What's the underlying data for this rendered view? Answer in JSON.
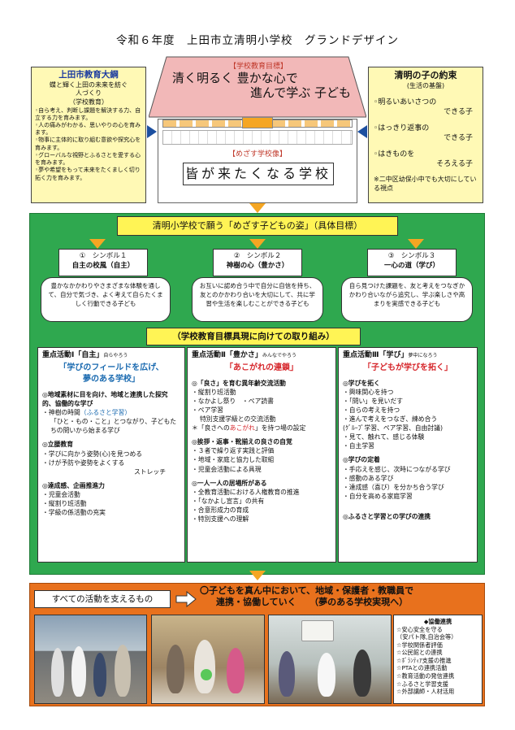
{
  "page_title": "令和６年度　上田市立清明小学校　グランドデザイン",
  "left_box": {
    "title": "上田市教育大綱",
    "subtitle_1": "蝶と輝く上田の未来を紡ぐ",
    "subtitle_2": "人づくり",
    "subtitle_3": "（学校教育）",
    "items": [
      "◦自ら考え、判断し課題を解決する力、自立する力を育みます。",
      "◦人の痛みがわかる、思いやりの心を育みます。",
      "◦物事に主体的に取り組む意欲や探究心を育みます。",
      "◦グローバルな視野とふるさとを愛する心を育みます。",
      "◦夢や希望をもって未来をたくましく切り拓く力を育みます。"
    ]
  },
  "roof": {
    "label": "【学校教育目標】",
    "line1": "清く明るく 豊かな心で",
    "line2": "進んで学ぶ 子ども"
  },
  "building": {
    "label": "【めざす学校像】",
    "motto": "皆が来たくなる学校"
  },
  "right_box": {
    "title": "清明の子の約束",
    "subtitle": "(生活の基盤)",
    "p1a": "◦明るいあいさつの",
    "p1b": "できる子",
    "p2a": "◦はっきり返事の",
    "p2b": "できる子",
    "p3a": "◦はきものを",
    "p3b": "そろえる子",
    "note": "※二中区幼保小中でも大切にしている視点"
  },
  "goal_header": "清明小学校で願う「めざす子どもの姿」（具体目標）",
  "symbols": [
    {
      "num": "①　シンボル１",
      "name": "自主の校風（自主）",
      "desc": "豊かなかかわりやさまざまな体験を通して、自分で気づき、よく考えて自らたくましく行動できる子ども"
    },
    {
      "num": "②　シンボル２",
      "name": "神樹の心（豊かさ）",
      "desc": "お互いに認め合う中で自分に自信を持ち、友とのかかわり合いを大切にして、共に学習や生活を楽しむことができる子ども"
    },
    {
      "num": "③　シンボル３",
      "name": "一心の道（学び）",
      "desc": "自ら見つけた課題を、友と考えをつなぎかかわり合いながら追究し、学ぶ楽しさや高まりを実感できる子ども"
    }
  ],
  "effort_header": "（学校教育目標具現に向けての取り組み）",
  "col1": {
    "head": "重点活動Ⅰ「自主」",
    "ruby": "自らやろう",
    "slogan1": "「学びのフィールドを広げ、",
    "slogan2": "夢のある学校」",
    "s1": "◎地域素材に目を向け、地域と連携した探究的、協働的な学び",
    "s1a_pre": "・神樹の時間",
    "s1a_blue": "（ふるさと学習）",
    "s1b": "「ひと・もの・こと」とつながり、子どもたちの問いから始まる学び",
    "s2": "◎立腰教育",
    "s2a": "・学びに向かう姿勢(心)を見つめる",
    "s2b": "・けが予防や姿勢をよくする",
    "s2c": "ストレッチ",
    "s3": "◎達成感、企画推進力",
    "s3a": "・児童会活動",
    "s3b": "・縦割り班活動",
    "s3c": "・学級の係活動の充実"
  },
  "col2": {
    "head": "重点活動Ⅱ「豊かさ」",
    "ruby": "みんなでやろう",
    "slogan": "「あこがれの連鎖」",
    "s1": "◎「良さ」を育む異年齢交流活動",
    "s1a": "・縦割り班活動",
    "s1b": "・なかよし祭り　・ペア読書",
    "s1c": "・ペア学習",
    "s1d": "特別支援学級との交流活動",
    "s1e_pre": "＊「良さへの",
    "s1e_red": "あこがれ",
    "s1e_post": "」を持つ場の設定",
    "s2": "◎挨拶・返事・靴揃えの良さの自覚",
    "s2a": "・３者で繰り返す実践と評価",
    "s2b": "・地域・家庭と協力した取組",
    "s2c": "・児童会活動による具現",
    "s3": "◎一人一人の居場所がある",
    "s3a": "・全教育活動における人権教育の推進",
    "s3b": "・「なかよし宣言」の共有",
    "s3c": "・合意形成力の育成",
    "s3d": "・特別支援への理解"
  },
  "col3": {
    "head": "重点活動Ⅲ「学び」",
    "ruby": "夢中になろう",
    "slogan": "「子どもが学びを拓く」",
    "s1": "◎学びを拓く",
    "s1a": "・興味関心を持つ",
    "s1b": "・「問い」を見いだす",
    "s1c": "・自らの考えを持つ",
    "s1d": "・進んで考えをつなぎ、練め合う",
    "s1e": "(ｸﾞﾙｰﾌﾟ学習、ペア学習、自由討議)",
    "s1f": "・見て、触れて、感じる体験",
    "s1g": "・自主学習",
    "s2": "◎学びの定着",
    "s2a": "・手応えを感じ、次時につながる学び",
    "s2b": "・感動のある学び",
    "s2c": "・達成感（喜び）を分かち合う学び",
    "s2d": "・自分を高める家庭学習",
    "s3": "◎ふるさと学習との学びの連携"
  },
  "support": {
    "label": "すべての活動を支えるもの",
    "line1": "〇子どもを真ん中において、地域・保護者・教職員で",
    "line2": "連携・協働していく　　（夢のある学校実現へ）"
  },
  "coop": {
    "title": "◆協働連携",
    "items": [
      "☆安心安全を守る",
      "（安パト隊,自治会等）",
      "☆学校関係者評価",
      "☆公民館との連携",
      "☆ﾎﾞﾗﾝﾃｨｱ支援の推進",
      "☆PTAとの連携活動",
      "☆教育活動の発信連携",
      "☆ふるさと学習支援",
      "☆外部講師・人材活用"
    ]
  }
}
